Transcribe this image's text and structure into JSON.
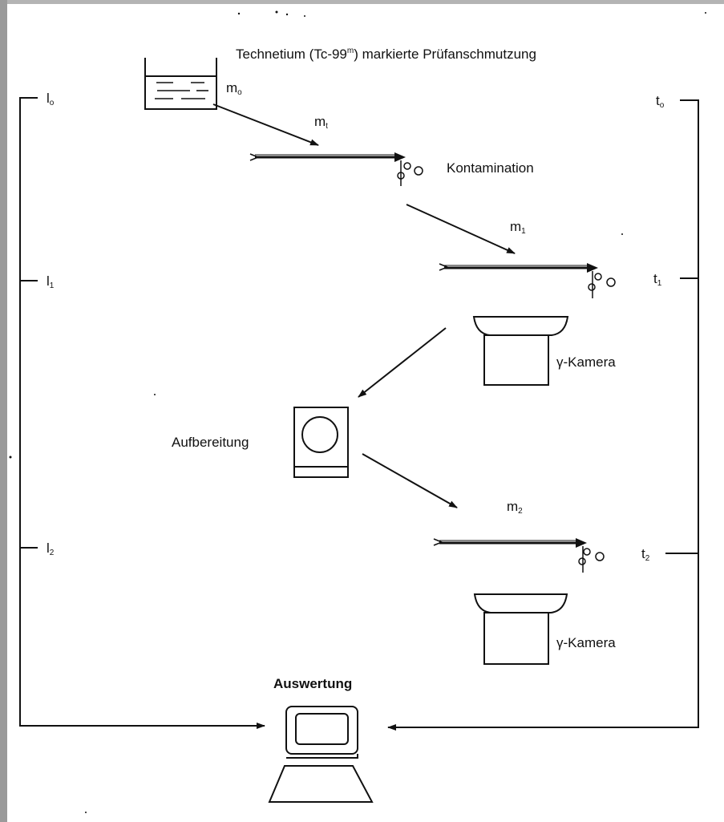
{
  "title": "Technetium (Tc-99",
  "title_sup": "m",
  "title_suffix": ") markierte Prüfanschmutzung",
  "labels": {
    "m0": "m",
    "m0_sub": "o",
    "mt": "m",
    "mt_sub": "t",
    "m1": "m",
    "m1_sub": "1",
    "m2": "m",
    "m2_sub": "2",
    "kontamination": "Kontamination",
    "kamera1": "γ-Kamera",
    "kamera2": "γ-Kamera",
    "aufbereitung": "Aufbereitung",
    "auswertung": "Auswertung"
  },
  "left_timeline": {
    "l0": "l",
    "l0_sub": "o",
    "l1": "l",
    "l1_sub": "1",
    "l2": "l",
    "l2_sub": "2"
  },
  "right_timeline": {
    "t0": "t",
    "t0_sub": "o",
    "t1": "t",
    "t1_sub": "1",
    "t2": "t",
    "t2_sub": "2"
  },
  "colors": {
    "ink": "#111111",
    "paper": "#ffffff",
    "border": "#a7a7a7"
  }
}
